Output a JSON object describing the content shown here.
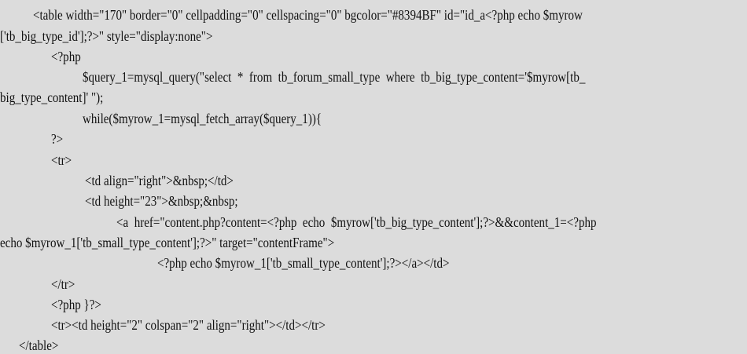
{
  "code_lines": [
    "<table width=\"170\" border=\"0\" cellpadding=\"0\" cellspacing=\"0\" bgcolor=\"#8394BF\" id=\"id_a<?php echo $myrow",
    "['tb_big_type_id'];?>\" style=\"display:none\">",
    "<?php",
    "$query_1=mysql_query(\"select  *  from  tb_forum_small_type  where  tb_big_type_content='$myrow[tb_",
    "big_type_content]' \");",
    "while($myrow_1=mysql_fetch_array($query_1)){",
    "?>",
    "<tr>",
    "<td align=\"right\">&nbsp;</td>",
    "<td height=\"23\">&nbsp;&nbsp;",
    "<a  href=\"content.php?content=<?php  echo  $myrow['tb_big_type_content'];?>&&content_1=<?php",
    "echo $myrow_1['tb_small_type_content'];?>\" target=\"contentFrame\">",
    "<?php echo $myrow_1['tb_small_type_content'];?></a></td>",
    "</tr>",
    "<?php }?>",
    "<tr><td height=\"2\" colspan=\"2\" align=\"right\"></td></tr>",
    "</table>"
  ]
}
